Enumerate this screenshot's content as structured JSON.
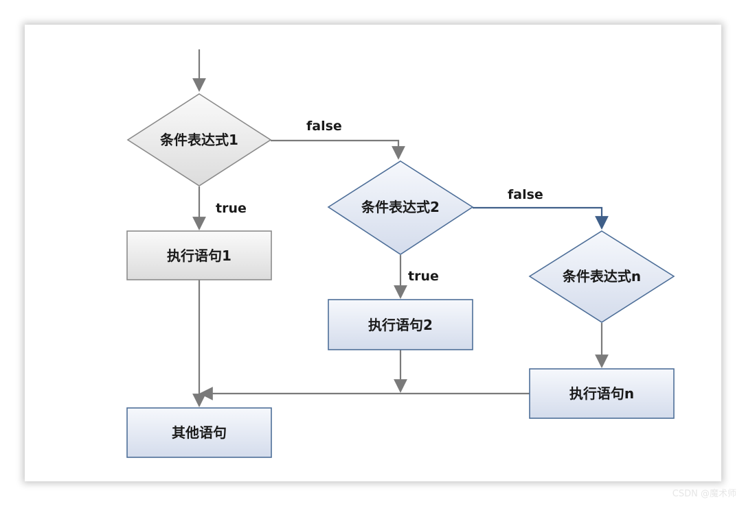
{
  "nodes": {
    "cond1": "条件表达式1",
    "cond2": "条件表达式2",
    "condn": "条件表达式n",
    "stmt1": "执行语句1",
    "stmt2": "执行语句2",
    "stmtn": "执行语句n",
    "other": "其他语句"
  },
  "edges": {
    "false1": "false",
    "false2": "false",
    "true1": "true",
    "true2": "true"
  },
  "watermark": "CSDN @魔术师",
  "colors": {
    "gray_fill": "#e8e8e8",
    "blue_fill": "#e4e9f3",
    "gray_stroke": "#8a8a8a",
    "blue_stroke": "#4d6e98",
    "connector": "#7a7a7a",
    "connector_blue": "#3f5f89"
  }
}
